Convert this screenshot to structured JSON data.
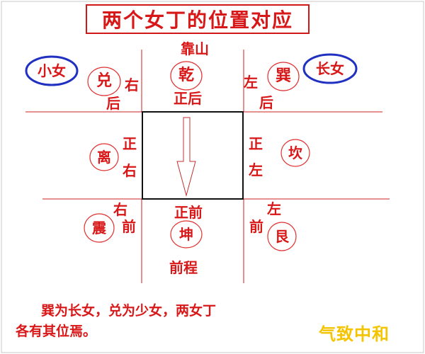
{
  "title": "两个女丁的位置对应",
  "top": {
    "mountain": "靠山",
    "trigram": "乾",
    "direction": "正后"
  },
  "top_left": {
    "trigram": "兑",
    "side": "右",
    "back": "后",
    "role": "小女"
  },
  "top_right": {
    "trigram": "巽",
    "side": "左",
    "back": "后",
    "role": "长女"
  },
  "left": {
    "trigram": "离",
    "dir1": "正",
    "dir2": "右"
  },
  "right": {
    "trigram": "坎",
    "dir1": "正",
    "dir2": "左"
  },
  "bottom_left": {
    "side": "右",
    "front": "前",
    "trigram": "震"
  },
  "bottom": {
    "direction": "正前",
    "trigram": "坤",
    "future": "前程"
  },
  "bottom_right": {
    "side": "左",
    "front": "前",
    "trigram": "艮"
  },
  "caption": {
    "line1": "巽为长女，兑为少女，两女丁",
    "line2": "各有其位焉。"
  },
  "brand": "气致中和",
  "colors": {
    "text_red": "#d81818",
    "ellipse_red": "#e03030",
    "ellipse_blue": "#2030c0",
    "brand_gold": "#f5c400"
  }
}
